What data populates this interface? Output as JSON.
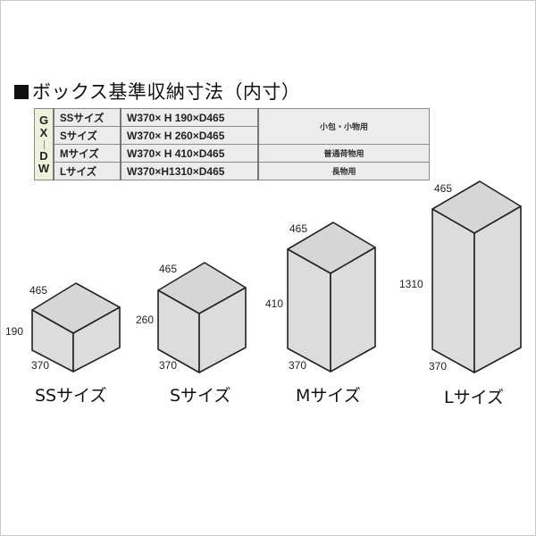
{
  "title": "ボックス基準収納寸法（内寸）",
  "table": {
    "series_label": [
      "G",
      "X",
      "D",
      "W"
    ],
    "rows": [
      {
        "size": "SSサイズ",
        "dims": "W370× H 190×D465"
      },
      {
        "size": "Sサイズ",
        "dims": "W370× H 260×D465"
      },
      {
        "size": "Mサイズ",
        "dims": "W370× H 410×D465"
      },
      {
        "size": "Lサイズ",
        "dims": "W370×H1310×D465"
      }
    ],
    "usage": [
      {
        "label": "小包・小物用",
        "rows": [
          0,
          1
        ]
      },
      {
        "label": "普通荷物用",
        "rows": [
          2
        ]
      },
      {
        "label": "長物用",
        "rows": [
          3
        ]
      }
    ]
  },
  "boxes": [
    {
      "name": "SSサイズ",
      "depth": "465",
      "height": "190",
      "width": "370"
    },
    {
      "name": "Sサイズ",
      "depth": "465",
      "height": "260",
      "width": "370"
    },
    {
      "name": "Mサイズ",
      "depth": "465",
      "height": "410",
      "width": "370"
    },
    {
      "name": "Lサイズ",
      "depth": "465",
      "height": "1310",
      "width": "370"
    }
  ],
  "colors": {
    "box_fill": "#dcdcdc",
    "box_stroke": "#222222",
    "table_bg": "#ececec",
    "series_bg": "#eef1db"
  }
}
